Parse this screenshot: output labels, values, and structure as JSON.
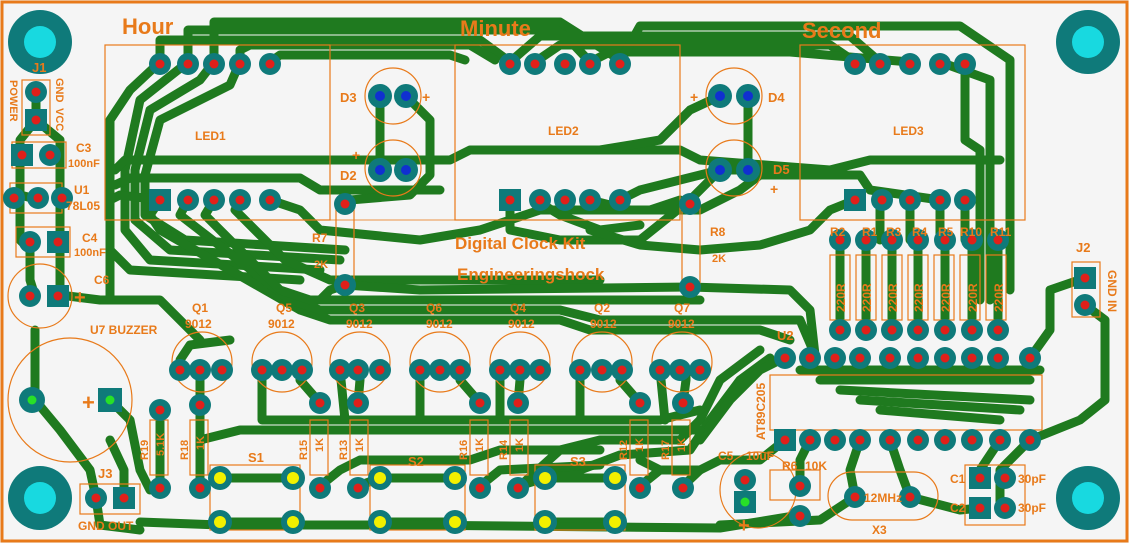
{
  "colors": {
    "board": "#f5f5f5",
    "trace": "#1f7a1f",
    "pad_ring": "#0f7a7a",
    "pad_center": "#e0201a",
    "silk": "#e87a1a",
    "mount_hole": "#18d9e0",
    "led_pad": "#1030d0",
    "via_yellow": "#f2f000",
    "via_green": "#28e028"
  },
  "labels": {
    "hour": "Hour",
    "minute": "Minute",
    "second": "Second",
    "led1": "LED1",
    "led2": "LED2",
    "led3": "LED3",
    "d2": "D2",
    "d3": "D3",
    "d4": "D4",
    "d5": "D5",
    "plus": "+",
    "j1": "J1",
    "power": "POWER",
    "gnd": "GND",
    "vcc": "VCC",
    "c3": "C3",
    "c3v": "100nF",
    "u1": "U1",
    "u1v": "78L05",
    "c4": "C4",
    "c4v": "100nF",
    "c6": "C6",
    "u7": "U7 BUZZER",
    "q1": "Q1",
    "q5": "Q5",
    "q3": "Q3",
    "q6": "Q6",
    "q4": "Q4",
    "q2": "Q2",
    "q7": "Q7",
    "q_val": "9012",
    "r7": "R7",
    "r7v": "2K",
    "r8": "R8",
    "r8v": "2K",
    "title1": "Digital Clock Kit",
    "title2": "Engineeringshock",
    "r_labels": [
      "R2",
      "R1",
      "R3",
      "R4",
      "R5",
      "R10",
      "R11"
    ],
    "r_val": "220R",
    "j2": "J2",
    "gnd_in": "GND IN",
    "u2": "U2",
    "u2v": "AT89C205",
    "j3": "J3",
    "gnd_out": "GND  OUT",
    "r19": "R19",
    "r19v": "5.1K",
    "r18": "R18",
    "r18v": "1K",
    "s1": "S1",
    "s2": "S2",
    "s3": "S3",
    "r15": "R15",
    "r15v": "1K",
    "r13": "R13",
    "r13v": "1K",
    "r16": "R16",
    "r16v": "1K",
    "r14": "R14",
    "r14v": "1K",
    "r12": "R12",
    "r12v": "1K",
    "r17": "R17",
    "r17v": "1K",
    "c5": "C5",
    "c5v": "10uF",
    "r6": "R6",
    "r6v": "10K",
    "x3": "X3",
    "x3v": "12MHz",
    "c1": "C1",
    "c1v": "30pF",
    "c2": "C2",
    "c2v": "30pF"
  }
}
